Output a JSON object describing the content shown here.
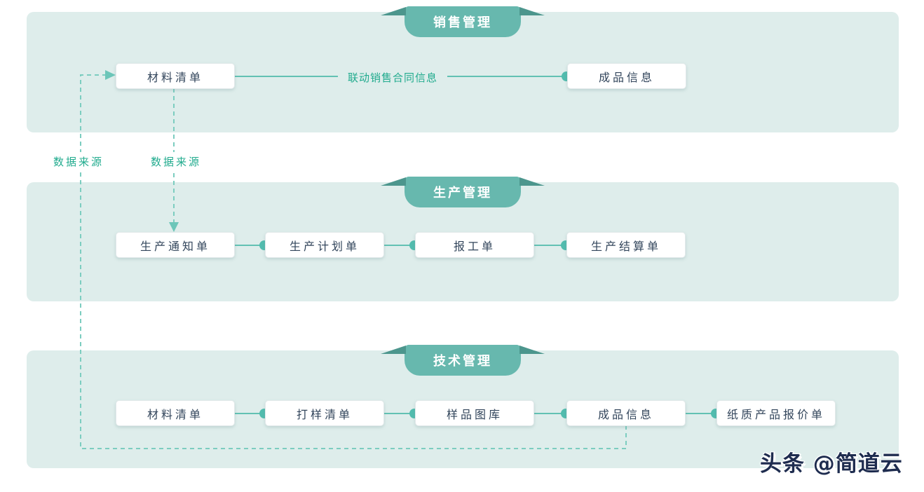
{
  "diagram": {
    "bands": [
      {
        "title": "销售管理",
        "boxes": [
          {
            "label": "材料清单"
          },
          {
            "label": "成品信息"
          }
        ]
      },
      {
        "title": "生产管理",
        "boxes": [
          {
            "label": "生产通知单"
          },
          {
            "label": "生产计划单"
          },
          {
            "label": "报工单"
          },
          {
            "label": "生产结算单"
          }
        ]
      },
      {
        "title": "技术管理",
        "boxes": [
          {
            "label": "材料清单"
          },
          {
            "label": "打样清单"
          },
          {
            "label": "样品图库"
          },
          {
            "label": "成品信息"
          },
          {
            "label": "纸质产品报价单"
          }
        ]
      }
    ],
    "edge_labels": {
      "sales_link": "联动销售合同信息",
      "data_source_left": "数据来源",
      "data_source_right": "数据来源"
    },
    "watermark": "头条 @简道云",
    "colors": {
      "band_bg": "#deedeb",
      "ribbon": "#67b8ae",
      "ribbon_fold": "#4c968d",
      "connector": "#62c1b3",
      "dashed": "#7ccdc0",
      "label_green": "#21ab8e",
      "node_text": "#32455b",
      "watermark_text": "#1e2c4f"
    }
  }
}
